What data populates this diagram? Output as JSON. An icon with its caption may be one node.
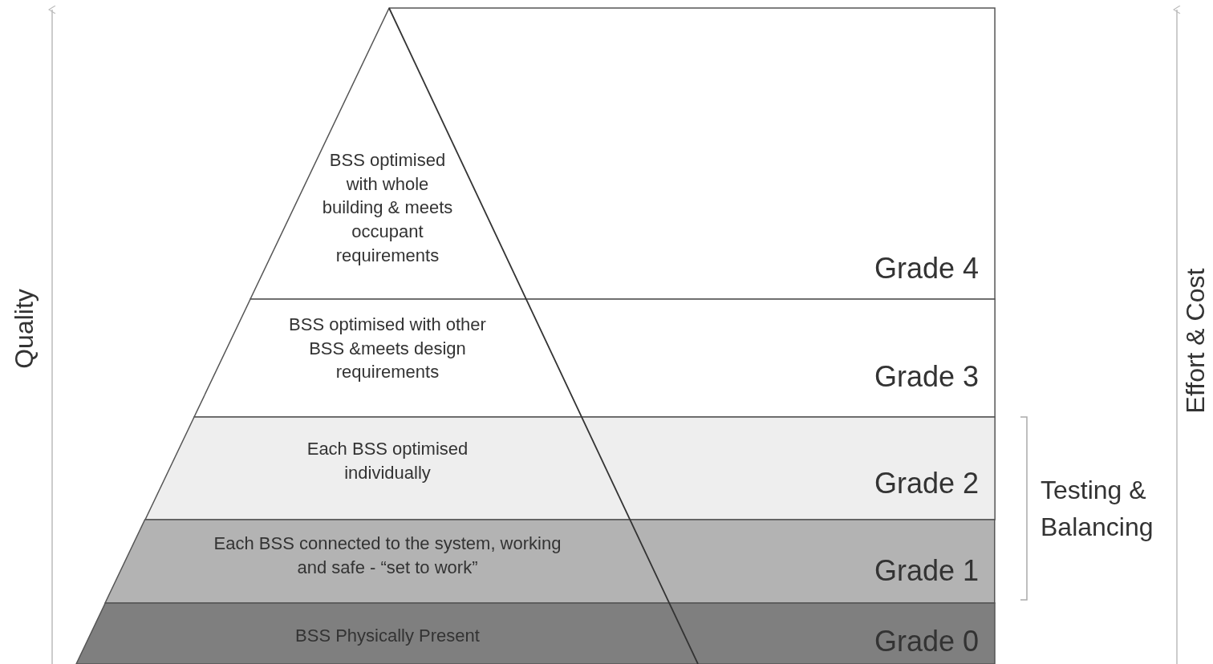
{
  "diagram": {
    "nodes": [
      {
        "text": [
          "BSS optimised with whole building & meets occupant requirements",
          "Grade 4"
        ]
      },
      {
        "text": [
          "BSS optimised with other BSS &meets design requirements",
          "Grade 3"
        ]
      },
      {
        "text": [
          "Each BSS optimised individually",
          "Grade 2"
        ]
      },
      {
        "text": [
          "Each BSS connected to the system, working and safe - “set to work”",
          "Grade 1"
        ]
      },
      {
        "text": [
          "BSS Physically Present",
          "Grade 0"
        ]
      }
    ],
    "edges": [],
    "labels": [
      "Quality",
      "Effort & Cost",
      "Testing & Balancing"
    ]
  }
}
